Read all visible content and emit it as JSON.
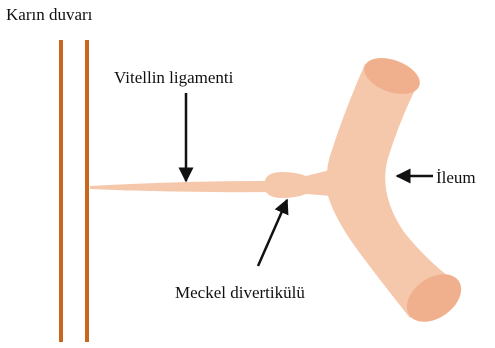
{
  "labels": {
    "abdominal_wall": "Karın duvarı",
    "vitelline_ligament": "Vitellin ligamenti",
    "ileum": "İleum",
    "meckel_diverticulum": "Meckel divertikülü"
  },
  "colors": {
    "wall": "#c8661e",
    "tissue": "#f6c8ab",
    "tissue_end": "#f1b08d",
    "arrow": "#111111",
    "text": "#111111"
  }
}
